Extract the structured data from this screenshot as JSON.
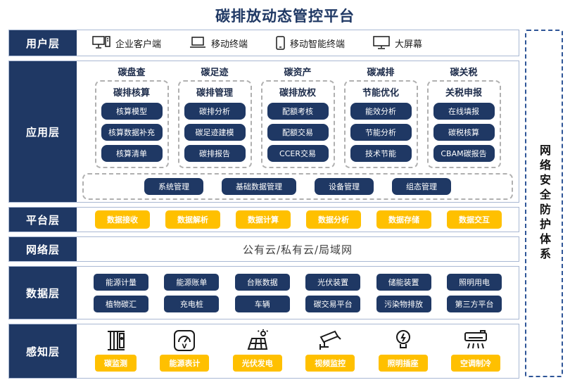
{
  "title": "碳排放动态管控平台",
  "colors": {
    "navy": "#1f3864",
    "orange": "#ffc000",
    "layer_border": "#a9b8d3",
    "dashed_gray": "#b0b0b0",
    "security_border": "#2e5597"
  },
  "security_panel": {
    "label": "网络安全防护体系"
  },
  "layers": {
    "user": {
      "label": "用户层",
      "items": [
        {
          "icon": "desktop-pc-icon",
          "label": "企业客户端"
        },
        {
          "icon": "laptop-icon",
          "label": "移动终端"
        },
        {
          "icon": "smartphone-icon",
          "label": "移动智能终端"
        },
        {
          "icon": "big-screen-icon",
          "label": "大屏幕"
        }
      ]
    },
    "app": {
      "label": "应用层",
      "columns": [
        {
          "header": "碳盘查",
          "title": "碳排核算",
          "buttons": [
            "核算模型",
            "核算数据补充",
            "核算清单"
          ]
        },
        {
          "header": "碳足迹",
          "title": "碳排管理",
          "buttons": [
            "碳排分析",
            "碳足迹建模",
            "碳排报告"
          ]
        },
        {
          "header": "碳资产",
          "title": "碳排放权",
          "buttons": [
            "配额考核",
            "配额交易",
            "CCER交易"
          ]
        },
        {
          "header": "碳减排",
          "title": "节能优化",
          "buttons": [
            "能效分析",
            "节能分析",
            "技术节能"
          ]
        },
        {
          "header": "碳关税",
          "title": "关税申报",
          "buttons": [
            "在线填报",
            "碳税核算",
            "CBAM碳报告"
          ]
        }
      ],
      "bottom_buttons": [
        "系统管理",
        "基础数据管理",
        "设备管理",
        "组态管理"
      ]
    },
    "platform": {
      "label": "平台层",
      "buttons": [
        "数据接收",
        "数据解析",
        "数据计算",
        "数据分析",
        "数据存储",
        "数据交互"
      ]
    },
    "network": {
      "label": "网络层",
      "text": "公有云/私有云/局域网"
    },
    "data": {
      "label": "数据层",
      "rows": [
        [
          "能源计量",
          "能源账单",
          "台账数据",
          "光伏装置",
          "储能装置",
          "照明用电"
        ],
        [
          "植物碳汇",
          "充电桩",
          "车辆",
          "碳交易平台",
          "污染物排放",
          "第三方平台"
        ]
      ]
    },
    "sense": {
      "label": "感知层",
      "items": [
        {
          "icon": "carbon-monitor-icon",
          "label": "碳监测"
        },
        {
          "icon": "energy-meter-icon",
          "label": "能源表计"
        },
        {
          "icon": "solar-panel-icon",
          "label": "光伏发电"
        },
        {
          "icon": "cctv-camera-icon",
          "label": "视频监控"
        },
        {
          "icon": "light-socket-icon",
          "label": "照明插座"
        },
        {
          "icon": "air-conditioner-icon",
          "label": "空调制冷"
        }
      ]
    }
  }
}
